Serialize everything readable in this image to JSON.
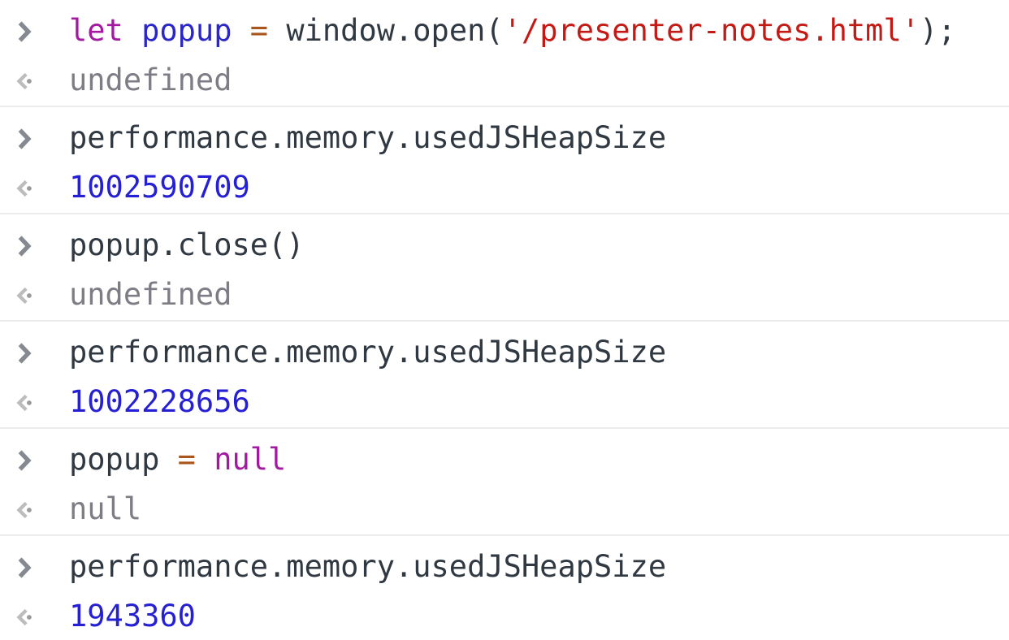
{
  "app": "devtools-console",
  "colors": {
    "background": "#ffffff",
    "separator": "#ececec",
    "plain_text": "#303942",
    "keyword": "#a31aa1",
    "variable_definition": "#2b26c6",
    "operator": "#a8561d",
    "string": "#c41a16",
    "number": "#2620d4",
    "result_muted": "#7d7d85",
    "prompt_icon": "#858a90",
    "result_icon": "#bcbcbc"
  },
  "icons": {
    "prompt": "chevron-right-icon",
    "result": "return-value-icon"
  },
  "entries": [
    {
      "input": [
        {
          "t": "let ",
          "type": "keyword"
        },
        {
          "t": "popup",
          "type": "variable"
        },
        {
          "t": " ",
          "type": "plain"
        },
        {
          "t": "=",
          "type": "operator"
        },
        {
          "t": " window.open(",
          "type": "plain"
        },
        {
          "t": "'/presenter-notes.html'",
          "type": "string"
        },
        {
          "t": ");",
          "type": "plain"
        }
      ],
      "output": {
        "t": "undefined",
        "type": "muted"
      }
    },
    {
      "input": [
        {
          "t": "performance.memory.usedJSHeapSize",
          "type": "plain"
        }
      ],
      "output": {
        "t": "1002590709",
        "type": "number"
      }
    },
    {
      "input": [
        {
          "t": "popup.close()",
          "type": "plain"
        }
      ],
      "output": {
        "t": "undefined",
        "type": "muted"
      }
    },
    {
      "input": [
        {
          "t": "performance.memory.usedJSHeapSize",
          "type": "plain"
        }
      ],
      "output": {
        "t": "1002228656",
        "type": "number"
      }
    },
    {
      "input": [
        {
          "t": "popup ",
          "type": "plain"
        },
        {
          "t": "=",
          "type": "operator"
        },
        {
          "t": " ",
          "type": "plain"
        },
        {
          "t": "null",
          "type": "keyword"
        }
      ],
      "output": {
        "t": "null",
        "type": "muted"
      }
    },
    {
      "input": [
        {
          "t": "performance.memory.usedJSHeapSize",
          "type": "plain"
        }
      ],
      "output": {
        "t": "1943360",
        "type": "number"
      }
    }
  ]
}
